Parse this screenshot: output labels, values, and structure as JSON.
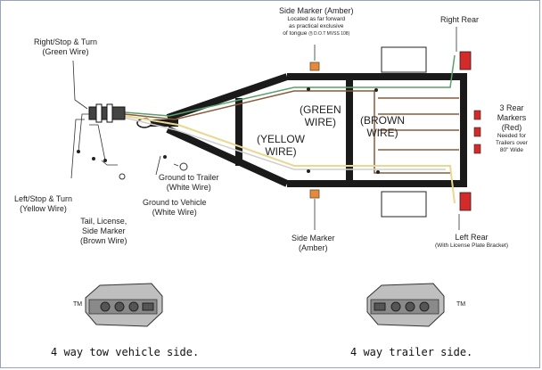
{
  "labels": {
    "right_stop_turn": "Right/Stop & Turn",
    "right_stop_turn_color": "(Green Wire)",
    "left_stop_turn": "Left/Stop & Turn",
    "left_stop_turn_color": "(Yellow Wire)",
    "tail_license_1": "Tail, License,",
    "tail_license_2": "Side Marker",
    "tail_license_3": "(Brown Wire)",
    "ground_trailer_1": "Ground to Trailer",
    "ground_trailer_2": "(White Wire)",
    "ground_vehicle_1": "Ground to Vehicle",
    "ground_vehicle_2": "(White Wire)",
    "side_marker_top_1": "Side Marker (Amber)",
    "side_marker_top_2": "Located as far forward",
    "side_marker_top_3": "as practical exclusive",
    "side_marker_top_4": "of tongue",
    "side_marker_top_4b": "(§ D.O.T MVSS 108)",
    "side_marker_bottom_1": "Side Marker",
    "side_marker_bottom_2": "(Amber)",
    "right_rear": "Right Rear",
    "rear_markers_1": "3 Rear",
    "rear_markers_2": "Markers",
    "rear_markers_3": "(Red)",
    "rear_markers_4": "Needed for",
    "rear_markers_5": "Trailers over",
    "rear_markers_6": "80\" Wide",
    "left_rear": "Left Rear",
    "left_rear_note": "(With License Plate Bracket)",
    "green_wire_1": "(GREEN",
    "green_wire_2": "WIRE)",
    "brown_wire_1": "(BROWN",
    "brown_wire_2": "WIRE)",
    "yellow_wire_1": "(YELLOW",
    "yellow_wire_2": "WIRE)",
    "tm_left": "TM",
    "tm_right": "TM",
    "caption_left": "4 way tow vehicle side.",
    "caption_right": "4 way trailer side."
  },
  "colors": {
    "frame": "#1a1a1a",
    "green_wire": "#5aa06a",
    "yellow_wire": "#e8d890",
    "brown_wire": "#8a5a3a",
    "white_wire": "#cfcfcf",
    "amber_marker": "#e8883a",
    "red_light": "#d42a2a"
  },
  "icons": {
    "connector_vehicle": "4-way-flat-connector-icon",
    "connector_trailer": "4-way-flat-connector-icon"
  }
}
